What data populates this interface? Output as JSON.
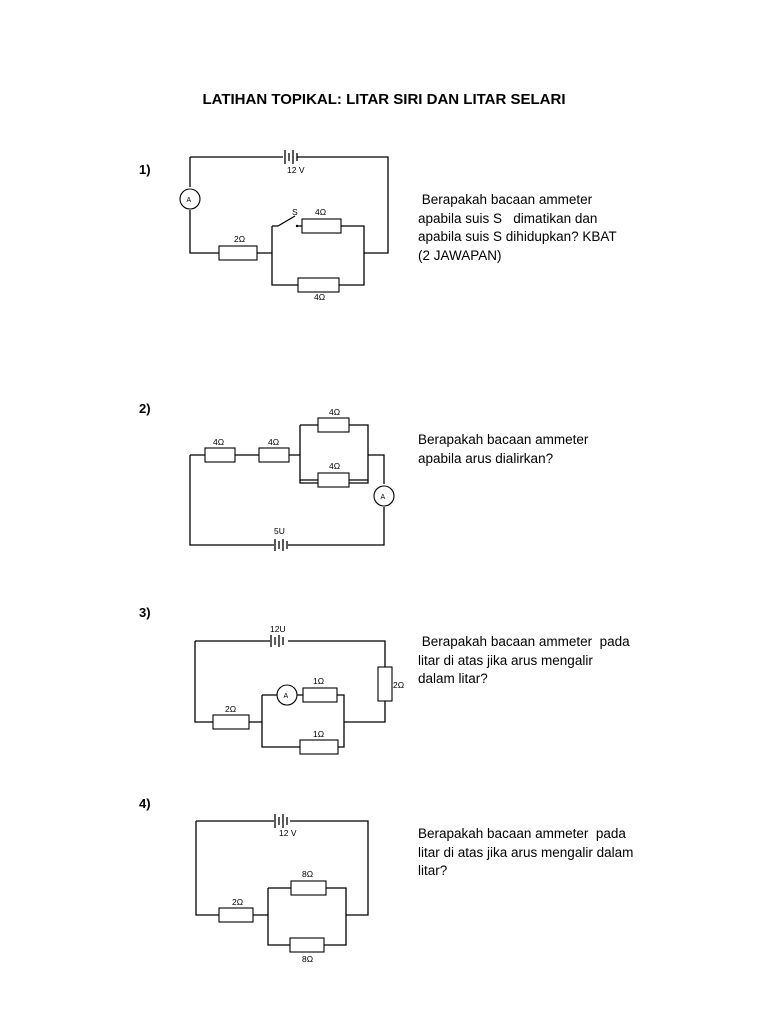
{
  "title": "LATIHAN TOPIKAL: LITAR SIRI DAN LITAR SELARI",
  "questions": [
    {
      "number": "1)",
      "text": " Berapakah bacaan ammeter\napabila suis S   dimatikan dan\napabila suis S dihidupkan? KBAT\n(2 JAWAPAN)",
      "labels": {
        "battery": "12 V",
        "switch": "S",
        "r_top": "4Ω",
        "r_bottom": "4Ω",
        "r_series": "2Ω",
        "ammeter": "A"
      }
    },
    {
      "number": "2)",
      "text": "Berapakah bacaan ammeter\napabila arus dialirkan?",
      "labels": {
        "r1": "4Ω",
        "r2": "4Ω",
        "r_top": "4Ω",
        "r_bottom": "4Ω",
        "battery": "5U",
        "ammeter": "A"
      }
    },
    {
      "number": "3)",
      "text": " Berapakah bacaan ammeter  pada\nlitar di atas jika arus mengalir\ndalam litar?",
      "labels": {
        "battery": "12U",
        "r_series": "2Ω",
        "r_top": "1Ω",
        "r_bottom": "1Ω",
        "r_right": "2Ω",
        "ammeter": "A"
      }
    },
    {
      "number": "4)",
      "text": "Berapakah bacaan ammeter  pada\nlitar di atas jika arus mengalir dalam\nlitar?",
      "labels": {
        "battery": "12 V",
        "r_series": "2Ω",
        "r_top": "8Ω",
        "r_bottom": "8Ω"
      }
    }
  ]
}
